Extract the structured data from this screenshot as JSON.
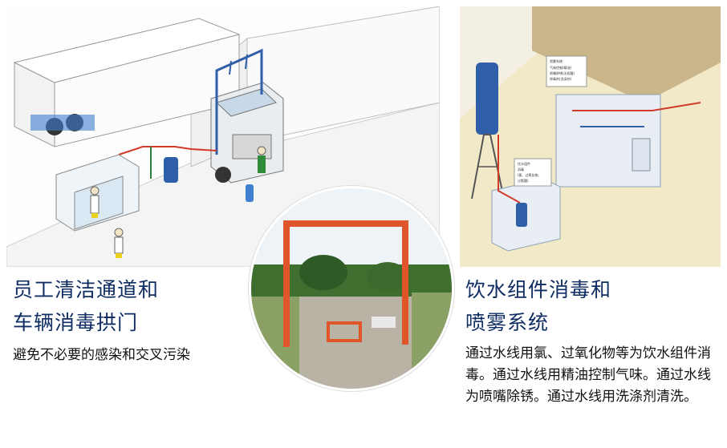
{
  "left": {
    "title_line1": "员工清洁通道和",
    "title_line2": "车辆消毒拱门",
    "subtitle": "避免不必要的感染和交叉污染"
  },
  "right": {
    "title_line1": "饮水组件消毒和",
    "title_line2": "喷雾系统",
    "body": "通过水线用氯、过氧化物等为饮水组件消毒。通过水线用精油控制气味。通过水线为喷嘴除锈。通过水线用洗涤剂清洗。",
    "callout1_title": "喷雾系统",
    "callout1_lines": [
      "气味控制(精油)",
      "喷嘴除锈(无机酸)",
      "除毒剂(洗涤剂)"
    ],
    "callout2_title": "饮水组件",
    "callout2_lines": [
      "消毒",
      "(氯、过氧化物、",
      "过氧酸)"
    ]
  },
  "colors": {
    "heading": "#0f2d63",
    "pipe_red": "#d23a2a",
    "pipe_blue": "#2f5fa8",
    "arch_orange": "#e0562a"
  }
}
